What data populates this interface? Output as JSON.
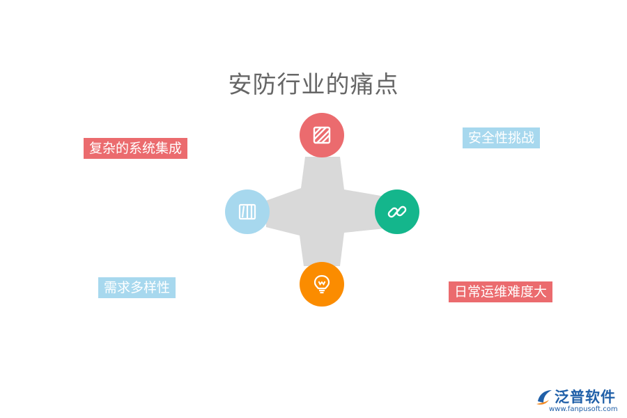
{
  "title": "安防行业的痛点",
  "colors": {
    "red": "#eb6b6e",
    "blue": "#a7d8ee",
    "green": "#14b68c",
    "orange": "#fb8c00",
    "star": "#d9d9d9"
  },
  "nodes": [
    {
      "id": "top",
      "icon": "diagonal-stripes-icon"
    },
    {
      "id": "right",
      "icon": "chain-link-icon"
    },
    {
      "id": "bottom",
      "icon": "lightbulb-icon"
    },
    {
      "id": "left",
      "icon": "book-columns-icon"
    }
  ],
  "labels": {
    "top_left": "复杂的系统集成",
    "top_right": "安全性挑战",
    "bottom_left": "需求多样性",
    "bottom_right": "日常运维难度大"
  },
  "logo": {
    "name": "泛普软件",
    "url": "www.fanpusoft.com"
  }
}
